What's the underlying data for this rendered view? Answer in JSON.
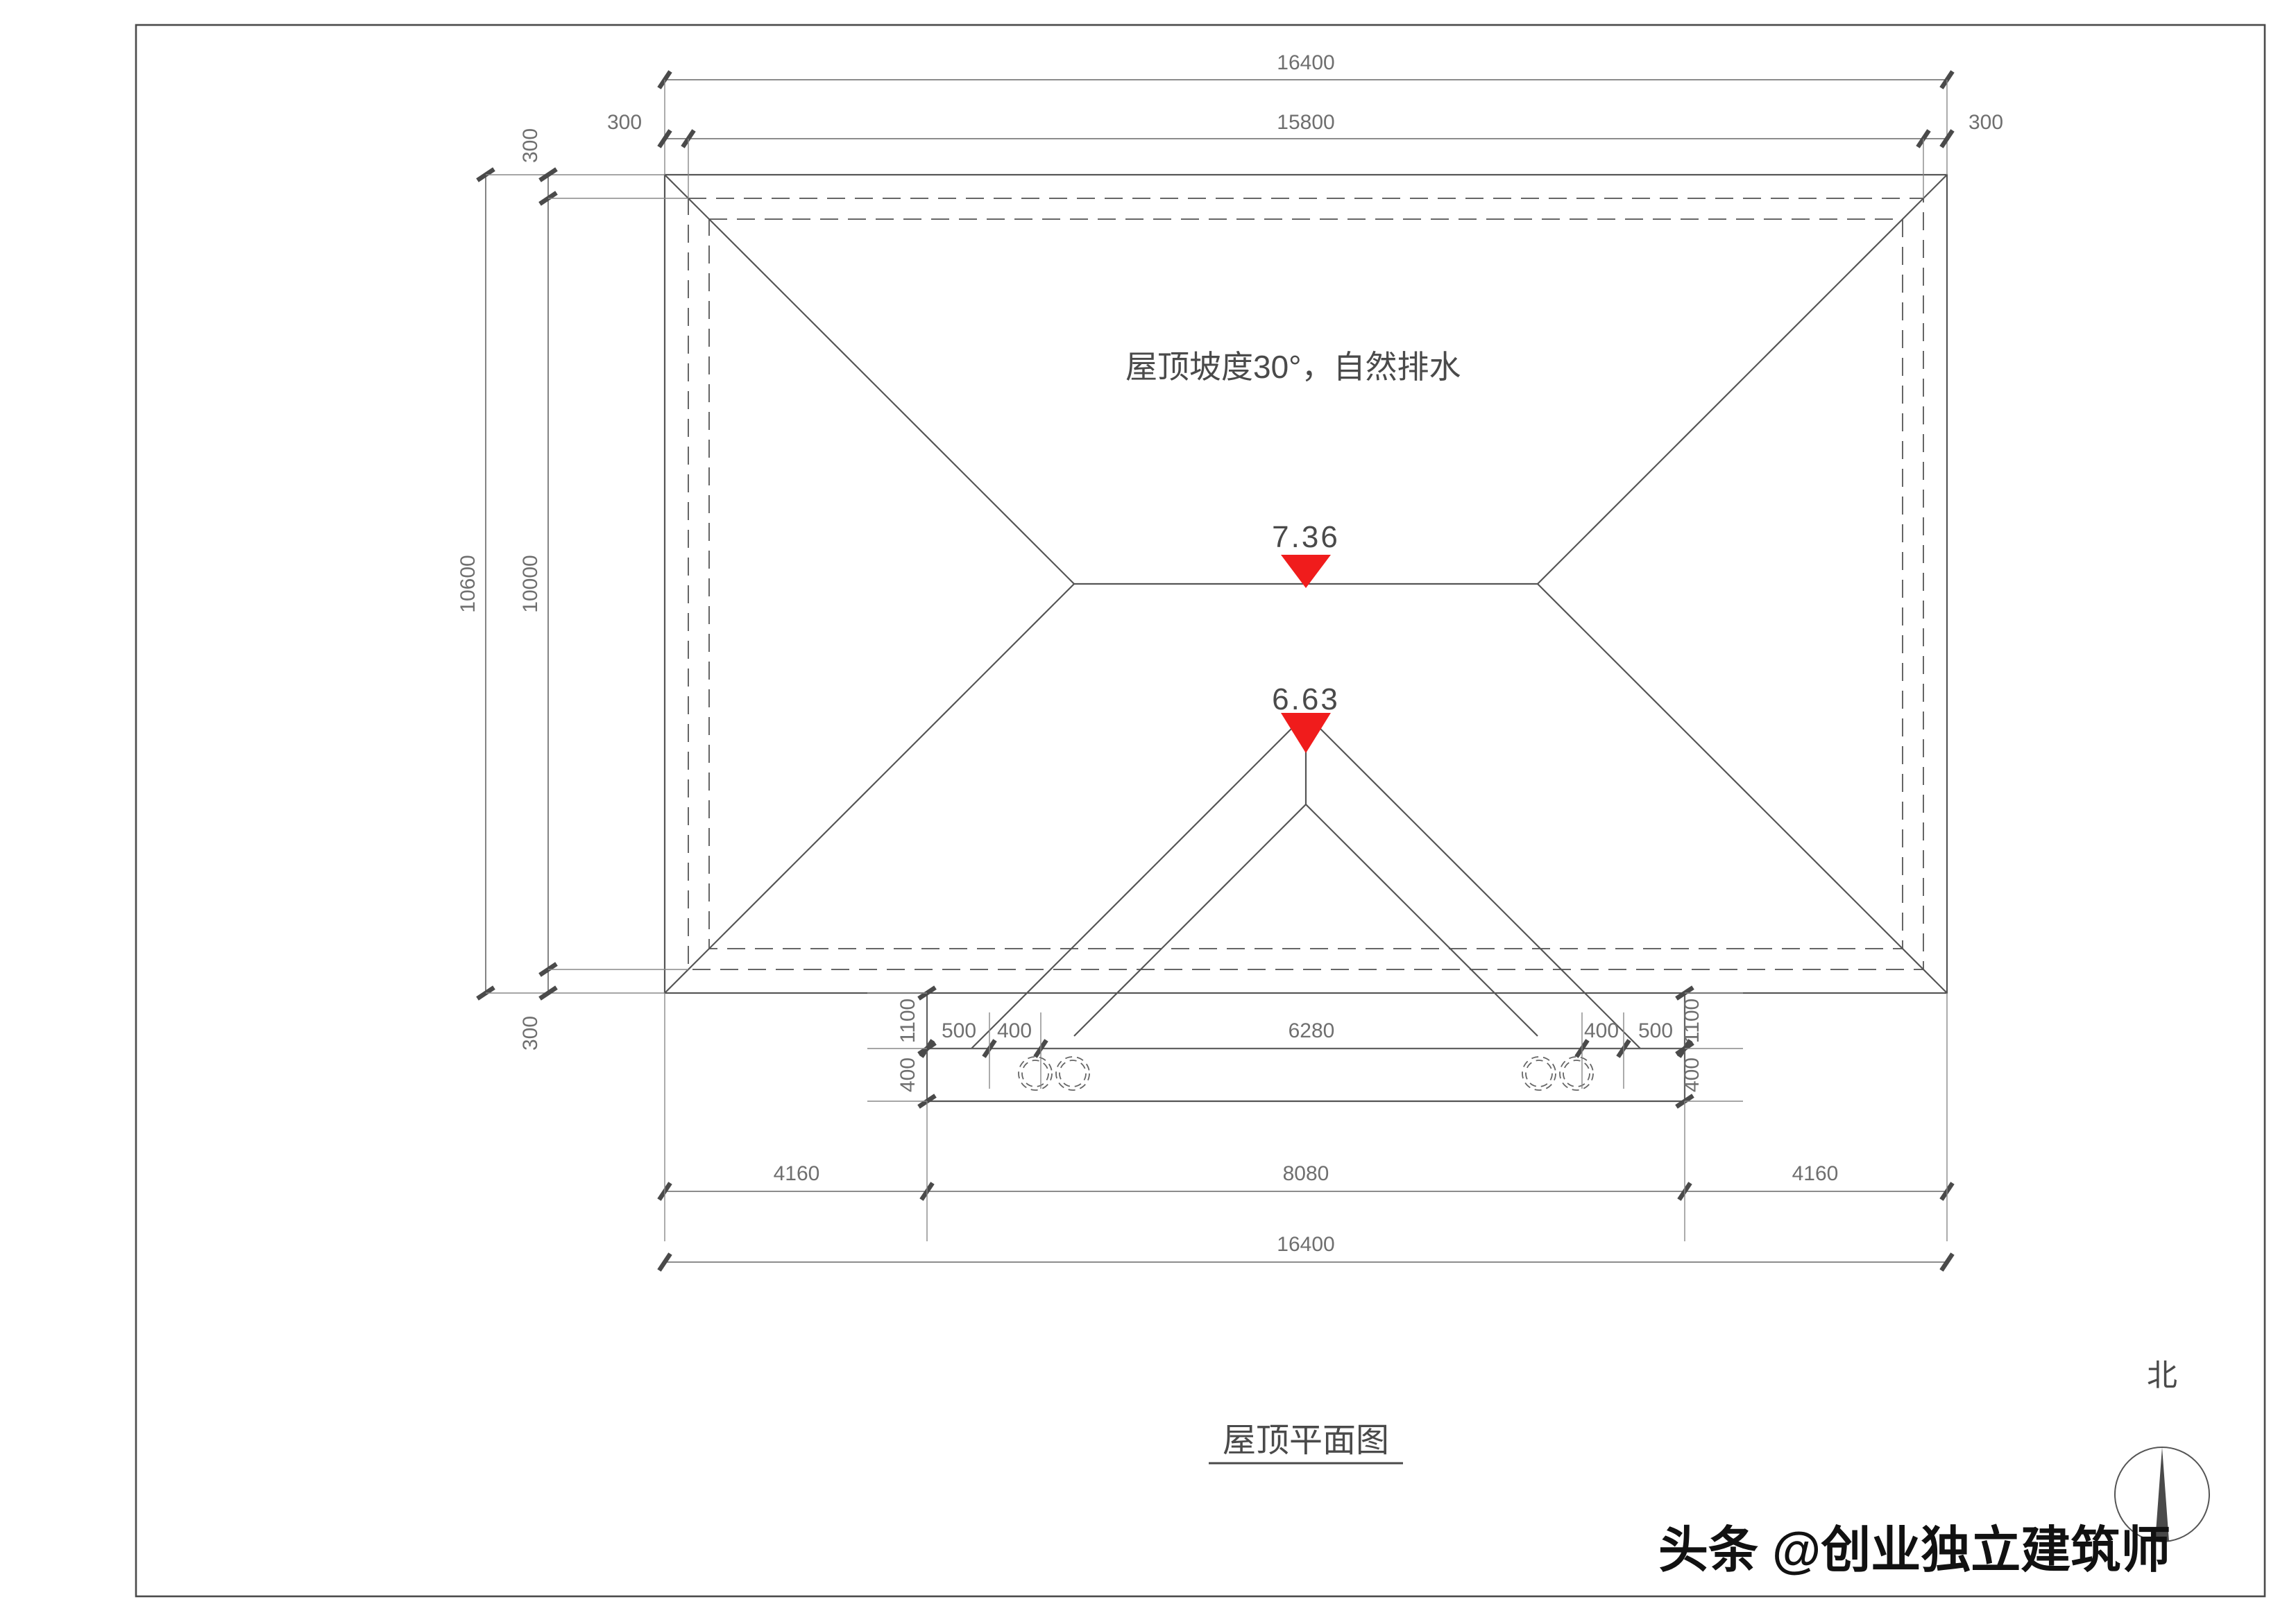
{
  "sheet": {
    "title": "屋顶平面图",
    "border_color": "#4a4a4a",
    "line_color": "#555555",
    "marker_color": "#f01c1c",
    "background": "#ffffff"
  },
  "annotations": {
    "roof_note": "屋顶坡度30°，自然排水",
    "elevation_ridge": "7.36",
    "elevation_gable": "6.63"
  },
  "compass": {
    "label": "北"
  },
  "watermark": {
    "text": "头条 @创业独立建筑师"
  },
  "dimensions": {
    "top_outer": "16400",
    "top_inner": "15800",
    "top_left_offset": "300",
    "top_right_offset": "300",
    "left_outer": "10600",
    "left_inner": "10000",
    "left_top_offset": "300",
    "left_bottom_offset": "300",
    "porch_left_500": "500",
    "porch_left_400": "400",
    "porch_center_6280": "6280",
    "porch_right_400": "400",
    "porch_right_500": "500",
    "porch_vert_left_1100": "1100",
    "porch_vert_left_400": "400",
    "porch_vert_right_1100": "1100",
    "porch_vert_right_400": "400",
    "bottom_left_4160": "4160",
    "bottom_center_8080": "8080",
    "bottom_right_4160": "4160",
    "bottom_overall_16400": "16400"
  },
  "chart_data": {
    "type": "table",
    "title": "屋顶平面图",
    "note": "屋顶坡度30°，自然排水",
    "elevations": [
      {
        "label": "7.36",
        "element": "main-ridge"
      },
      {
        "label": "6.63",
        "element": "front-gable-peak"
      }
    ],
    "horizontal_dimension_chains": [
      {
        "name": "top-outer",
        "values": [
          "16400"
        ]
      },
      {
        "name": "top-inner",
        "values": [
          "15800"
        ]
      },
      {
        "name": "top-offsets",
        "values": [
          "300",
          "300"
        ]
      },
      {
        "name": "porch-chain",
        "values": [
          "500",
          "400",
          "6280",
          "400",
          "500"
        ]
      },
      {
        "name": "bottom-chain",
        "values": [
          "4160",
          "8080",
          "4160"
        ]
      },
      {
        "name": "bottom-overall",
        "values": [
          "16400"
        ]
      }
    ],
    "vertical_dimension_chains": [
      {
        "name": "left-outer",
        "values": [
          "10600"
        ]
      },
      {
        "name": "left-inner",
        "values": [
          "10000"
        ]
      },
      {
        "name": "left-offsets",
        "values": [
          "300",
          "300"
        ]
      },
      {
        "name": "porch-left",
        "values": [
          "1100",
          "400"
        ]
      },
      {
        "name": "porch-right",
        "values": [
          "1100",
          "400"
        ]
      }
    ],
    "symbols": [
      {
        "name": "roof-drain",
        "count": 4,
        "style": "double-dashed-circle"
      },
      {
        "name": "elevation-marker",
        "count": 2,
        "style": "red-filled-triangle"
      },
      {
        "name": "north-arrow",
        "count": 1,
        "label": "北"
      }
    ]
  }
}
